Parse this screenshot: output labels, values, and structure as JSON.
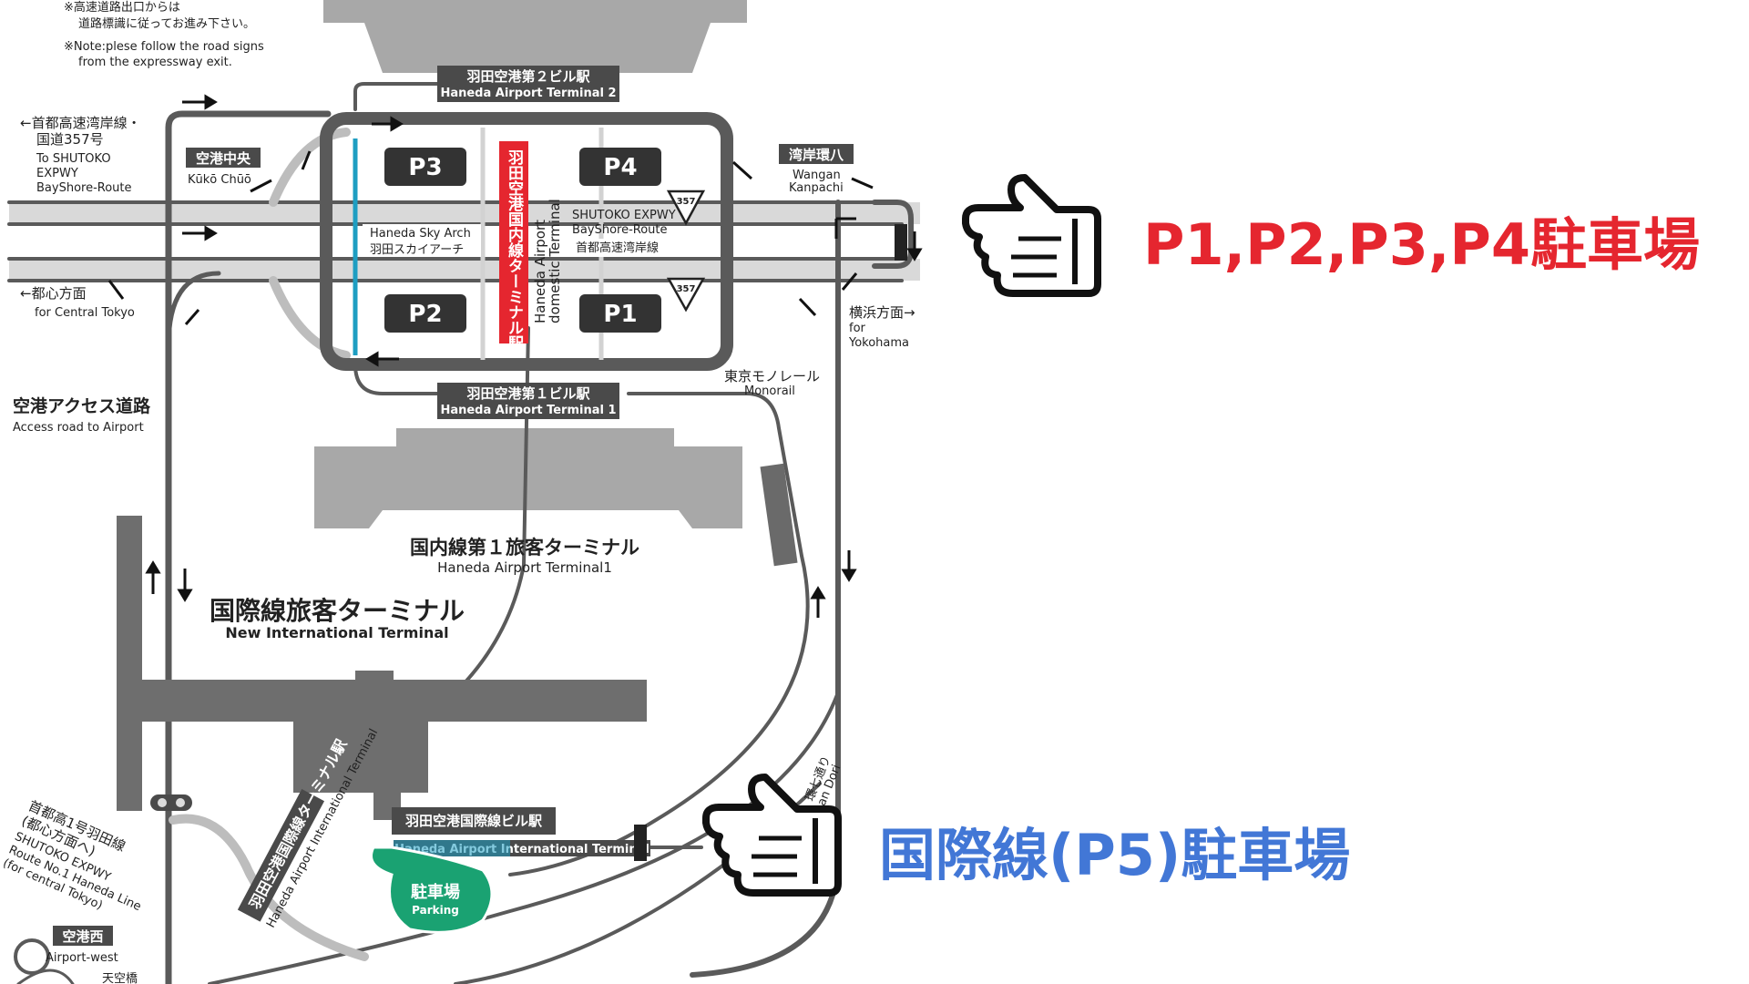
{
  "notes": {
    "jp_line1": "※高速道路出口からは",
    "jp_line2": "道路標識に従ってお進み下さい。",
    "en_line1": "※Note:plese follow the road signs",
    "en_line2": "from the expressway exit."
  },
  "stations": {
    "terminal2_jp": "羽田空港第２ビル駅",
    "terminal2_en": "Haneda Airport Terminal 2",
    "terminal1_jp": "羽田空港第１ビル駅",
    "terminal1_en": "Haneda Airport Terminal 1",
    "domestic_vertical_jp": "羽田空港国内線ターミナル駅",
    "domestic_vertical_en1": "Haneda Airport",
    "domestic_vertical_en2": "domestic Terminal",
    "intl_bldg_jp": "羽田空港国際線ビル駅",
    "intl_bldg_en": "Haneda Airport International Terminal",
    "intl_vertical_jp": "羽田空港国際線ターミナル駅",
    "intl_vertical_en": "Haneda Airport International Terminal"
  },
  "parking": {
    "p1": "P1",
    "p2": "P2",
    "p3": "P3",
    "p4": "P4",
    "lot_jp": "駐車場",
    "lot_en": "Parking"
  },
  "roads": {
    "shutoko_jp1": "←首都高速湾岸線・",
    "shutoko_jp2": "国道357号",
    "shutoko_en1": "To SHUTOKO",
    "shutoko_en2": "EXPWY",
    "shutoko_en3": "BayShore-Route",
    "kuko_chuo_jp": "空港中央",
    "kuko_chuo_en": "Kūkō Chūō",
    "wangan_jp": "湾岸環八",
    "wangan_en1": "Wangan",
    "wangan_en2": "Kanpachi",
    "toshin_jp": "←都心方面",
    "toshin_en": "for Central Tokyo",
    "yokohama_jp": "横浜方面→",
    "yokohama_en1": "for",
    "yokohama_en2": "Yokohama",
    "sky_arch_en": "Haneda Sky Arch",
    "sky_arch_jp": "羽田スカイアーチ",
    "bayshore_en1": "SHUTOKO EXPWY",
    "bayshore_en2": "BayShore-Route",
    "bayshore_jp": "首都高速湾岸線",
    "route_sign": "357",
    "monorail_jp": "東京モノレール",
    "monorail_en": "Monorail",
    "access_jp": "空港アクセス道路",
    "access_en": "Access road to Airport",
    "haneda_line_jp1": "首都高1号羽田線",
    "haneda_line_jp2": "(都心方面へ)",
    "haneda_line_en1": "SHUTOKO EXPWY",
    "haneda_line_en2": "Route No.1 Haneda Line",
    "haneda_line_en3": "(for central Tokyo)",
    "airport_west_jp": "空港西",
    "airport_west_en": "Airport-west",
    "tenkubashi_jp": "天空橋",
    "kannana_partial": "環七通り",
    "kannana_partial_en": "an Dori"
  },
  "terminals": {
    "domestic1_jp": "国内線第１旅客ターミナル",
    "domestic1_en": "Haneda Airport Terminal1",
    "intl_jp": "国際線旅客ターミナル",
    "intl_en": "New International Terminal"
  },
  "callouts": {
    "domestic_parking": "P1,P2,P3,P4駐車場",
    "intl_parking": "国際線(P5)駐車場"
  },
  "colors": {
    "road": "#5a5a5a",
    "building": "#a8a8a8",
    "domestic_rail": "#e5262f",
    "monorail_blue": "#1e9ec2",
    "parking_green": "#1aa272",
    "callout_red": "#e5262f",
    "callout_blue": "#4277d6"
  },
  "icons": {
    "pointing_hand": "pointing-hand-left-icon",
    "route_shield": "route-357-shield-icon",
    "direction_arrow": "arrow-icon",
    "traffic_signal": "traffic-signal-icon"
  }
}
